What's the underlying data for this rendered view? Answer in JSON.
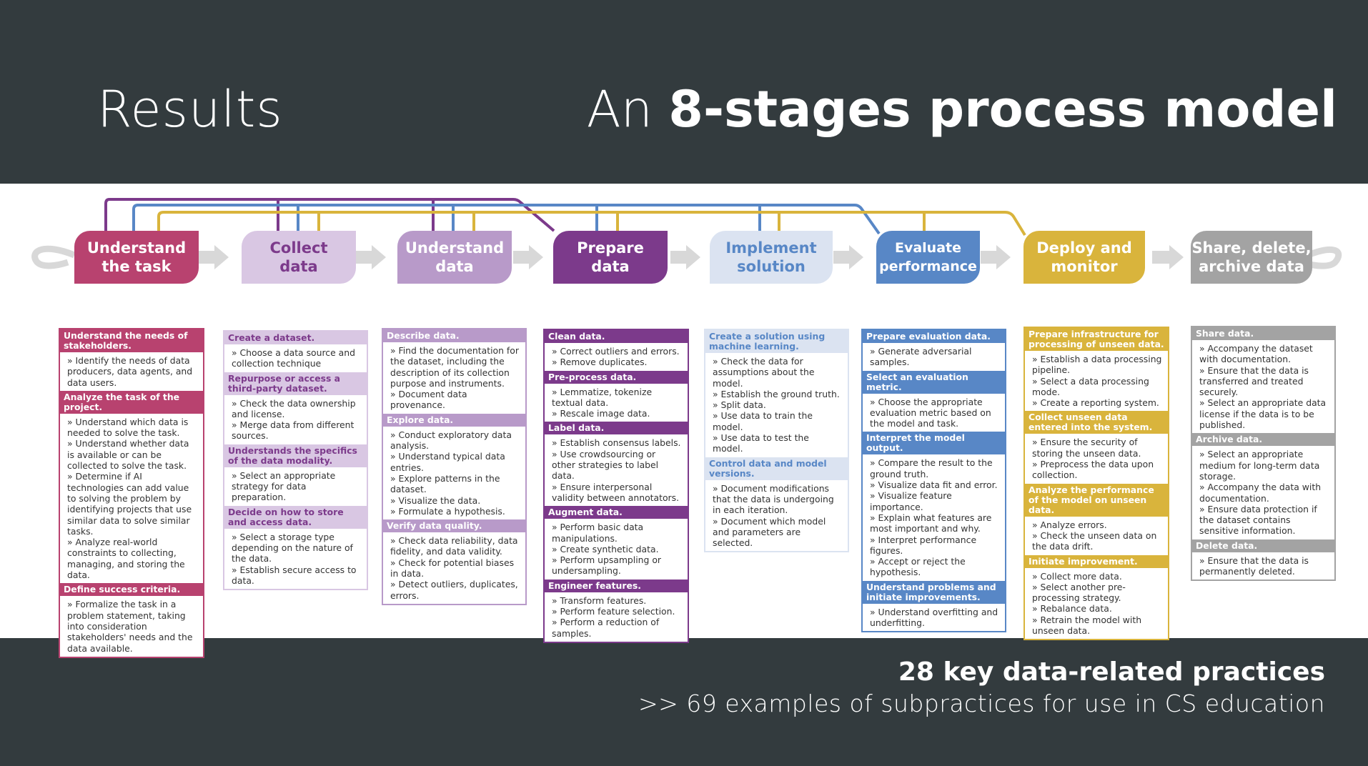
{
  "header": {
    "left_title": "Results",
    "right_prefix": "An",
    "right_bold": "8-stages process model"
  },
  "colors": {
    "background": "#333b3e",
    "stage1": "#b8426f",
    "stage2": "#d9c7e3",
    "stage3": "#b89ac9",
    "stage4": "#7c3a8b",
    "stage5": "#dbe3f1",
    "stage6": "#5887c6",
    "stage7": "#d9b43c",
    "stage8": "#a3a3a3",
    "arrow_gray": "#d8d8d8"
  },
  "stages": [
    {
      "label": "Understand\nthe task"
    },
    {
      "label": "Collect\ndata"
    },
    {
      "label": "Understand\ndata"
    },
    {
      "label": "Prepare\ndata"
    },
    {
      "label": "Implement\nsolution"
    },
    {
      "label": "Evaluate\nperformance"
    },
    {
      "label": "Deploy and\nmonitor"
    },
    {
      "label": "Share, delete,\narchive data"
    }
  ],
  "cards": [
    {
      "sections": [
        {
          "title": "Understand the needs of stakeholders.",
          "items": [
            "» Identify the needs of data producers, data agents, and data users."
          ]
        },
        {
          "title": "Analyze the task of the project.",
          "items": [
            "» Understand which data is needed to solve the task.",
            "» Understand whether data is available or can be collected to solve the task.",
            "» Determine if AI technologies can add value to solving the problem by identifying projects that use similar data to solve similar tasks.",
            "» Analyze real-world constraints to collecting, managing, and storing the data."
          ]
        },
        {
          "title": "Define success criteria.",
          "items": [
            "» Formalize the task in a problem statement, taking into consideration stakeholders' needs and the data available."
          ]
        }
      ]
    },
    {
      "sections": [
        {
          "title": "Create a dataset.",
          "items": [
            "» Choose a data source and collection technique"
          ]
        },
        {
          "title": "Repurpose or access a third-party dataset.",
          "items": [
            "» Check the data ownership and license.",
            "» Merge data from different sources."
          ]
        },
        {
          "title": "Understands the specifics of the data modality.",
          "items": [
            "» Select an appropriate strategy for data preparation."
          ]
        },
        {
          "title": "Decide on how to store and access data.",
          "items": [
            "» Select a storage type depending on the nature of the data.",
            "» Establish secure access to data."
          ]
        }
      ]
    },
    {
      "sections": [
        {
          "title": "Describe data.",
          "items": [
            "» Find the documentation for the dataset, including the description of its collection purpose and instruments.",
            "» Document data provenance."
          ]
        },
        {
          "title": "Explore data.",
          "items": [
            "» Conduct exploratory data analysis.",
            "» Understand typical data entries.",
            "» Explore patterns in the dataset.",
            "» Visualize the data.",
            "» Formulate a hypothesis."
          ]
        },
        {
          "title": "Verify data quality.",
          "items": [
            "» Check data reliability, data fidelity, and data validity.",
            "» Check for potential biases in data.",
            "» Detect outliers, duplicates, errors."
          ]
        }
      ]
    },
    {
      "sections": [
        {
          "title": "Clean data.",
          "items": [
            "» Correct outliers and errors.",
            "» Remove duplicates."
          ]
        },
        {
          "title": "Pre-process data.",
          "items": [
            "» Lemmatize, tokenize textual data.",
            "» Rescale image data."
          ]
        },
        {
          "title": "Label data.",
          "items": [
            "» Establish consensus labels.",
            "» Use crowdsourcing or other strategies to label data.",
            "» Ensure interpersonal validity between annotators."
          ]
        },
        {
          "title": "Augment data.",
          "items": [
            "» Perform basic data manipulations.",
            "» Create synthetic data.",
            "» Perform upsampling or undersampling."
          ]
        },
        {
          "title": "Engineer features.",
          "items": [
            "» Transform features.",
            "» Perform feature selection.",
            "» Perform a reduction of samples."
          ]
        }
      ]
    },
    {
      "sections": [
        {
          "title": "Create a solution using machine learning.",
          "items": [
            "» Check the data for assumptions about the model.",
            "» Establish the ground truth.",
            "» Split data.",
            "» Use data to train the model.",
            "» Use data to test the model."
          ]
        },
        {
          "title": "Control data and model versions.",
          "items": [
            "» Document modifications that the data is undergoing in each iteration.",
            "» Document which model and parameters are selected."
          ]
        }
      ]
    },
    {
      "sections": [
        {
          "title": "Prepare evaluation data.",
          "items": [
            "» Generate adversarial samples."
          ]
        },
        {
          "title": "Select an evaluation metric.",
          "items": [
            "» Choose the appropriate evaluation metric based on the model and task."
          ]
        },
        {
          "title": "Interpret the model output.",
          "items": [
            "» Compare the result to the ground truth.",
            "» Visualize data fit and error.",
            "» Visualize feature importance.",
            "» Explain what features are most important and why.",
            "» Interpret performance figures.",
            "» Accept or reject the hypothesis."
          ]
        },
        {
          "title": "Understand problems and initiate improvements.",
          "items": [
            "» Understand overfitting and underfitting."
          ]
        }
      ]
    },
    {
      "sections": [
        {
          "title": "Prepare infrastructure for processing of unseen data.",
          "items": [
            "» Establish a data processing pipeline.",
            "» Select a data processing mode.",
            "» Create a reporting system."
          ]
        },
        {
          "title": "Collect unseen data entered into the system.",
          "items": [
            "» Ensure the security of storing the unseen data.",
            "» Preprocess the data upon collection."
          ]
        },
        {
          "title": "Analyze the performance of the model on unseen data.",
          "items": [
            "» Analyze errors.",
            "» Check the unseen data on the data drift."
          ]
        },
        {
          "title": "Initiate improvement.",
          "items": [
            "» Collect more data.",
            "» Select another pre-processing strategy.",
            "» Rebalance data.",
            "» Retrain the model with unseen data."
          ]
        }
      ]
    },
    {
      "sections": [
        {
          "title": "Share data.",
          "items": [
            "» Accompany the dataset with documentation.",
            "» Ensure that the data is transferred and treated securely.",
            "» Select an appropriate data license if the data is to be published."
          ]
        },
        {
          "title": "Archive data.",
          "items": [
            "» Select an appropriate medium for long-term data storage.",
            "» Accompany the data with documentation.",
            "» Ensure data protection if the dataset contains sensitive information."
          ]
        },
        {
          "title": "Delete data.",
          "items": [
            "» Ensure that the data is permanently deleted."
          ]
        }
      ]
    }
  ],
  "footer": {
    "bold": "28 key data-related practices",
    "sub": ">> 69 examples of subpractices for use in CS education"
  }
}
